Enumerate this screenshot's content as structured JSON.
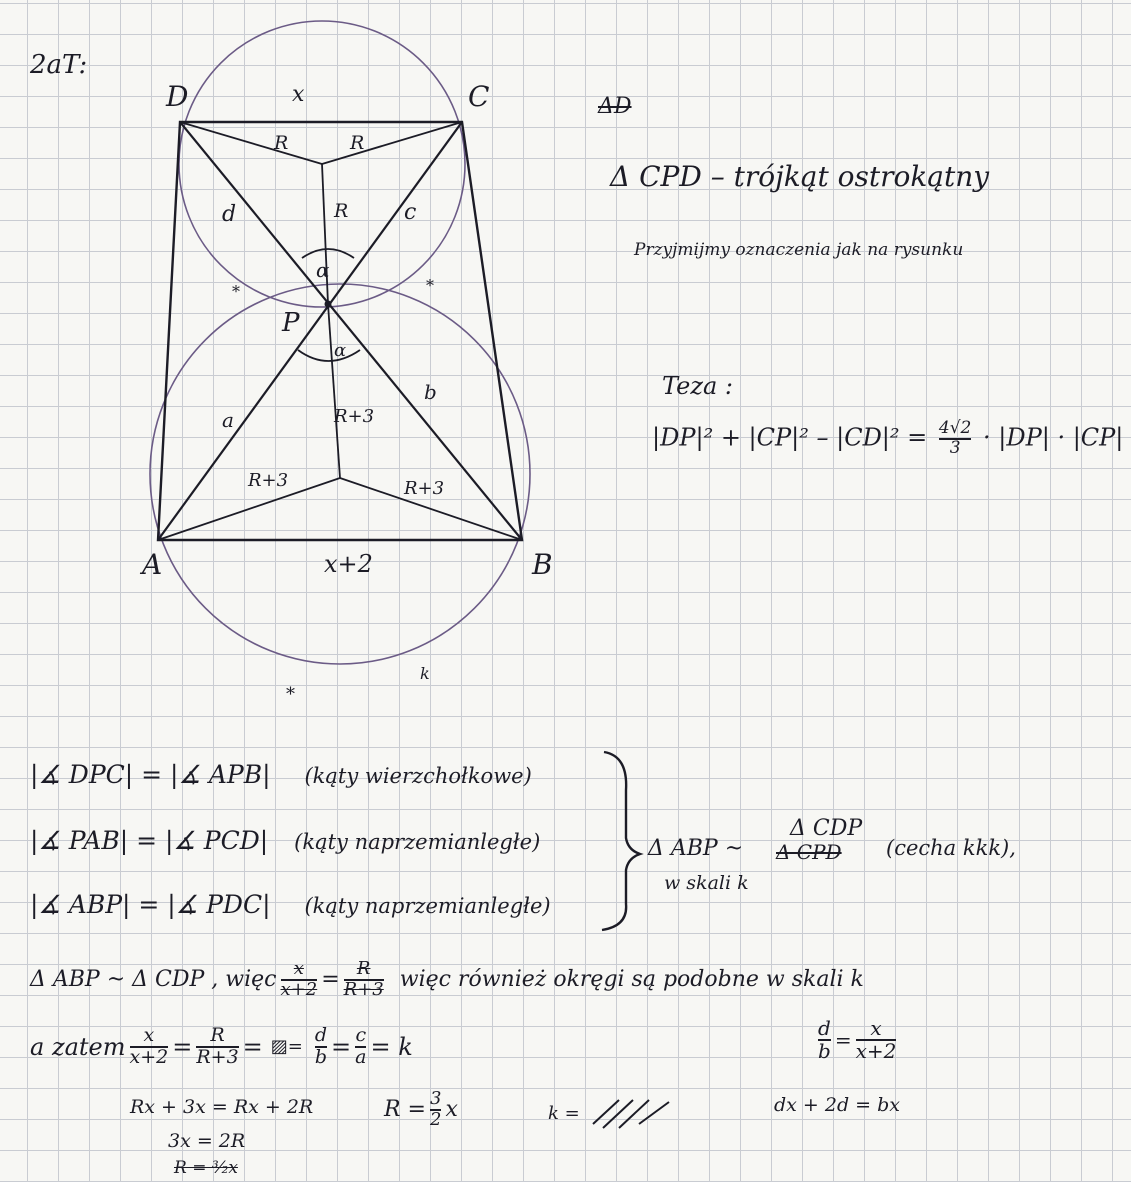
{
  "header": {
    "label": "2aT:"
  },
  "figure": {
    "points": {
      "A": "A",
      "B": "B",
      "C": "C",
      "D": "D",
      "P": "P"
    },
    "labels": {
      "top_side": "x",
      "bottom_side": "x+2",
      "radius_small_left": "R",
      "radius_small_right": "R",
      "radius_small_down": "R",
      "seg_d": "d",
      "seg_c": "c",
      "angle_top": "α",
      "angle_bottom": "α",
      "radius_big_up": "R+3",
      "radius_big_left": "R+3",
      "radius_big_right": "R+3",
      "seg_a": "a",
      "seg_b": "b",
      "arc_marks": [
        "*",
        "*",
        "*",
        "k"
      ]
    }
  },
  "right_notes": {
    "scribble": "ΔD",
    "title": "Δ CPD – trójkąt ostrokątny",
    "assumption": "Przyjmijmy oznaczenia jak na rysunku",
    "thesis_label": "Teza :",
    "thesis_lhs": "|DP|² + |CP|² – |CD|² =",
    "thesis_coef_num": "4√2",
    "thesis_coef_den": "3",
    "thesis_rhs": "· |DP| · |CP|"
  },
  "proof": {
    "lines": [
      {
        "eq": "|∡ DPC| = |∡ APB|",
        "reason": "(kąty wierzchołkowe)"
      },
      {
        "eq": "|∡ PAB| = |∡ PCD|",
        "reason": "(kąty naprzemianległe)"
      },
      {
        "eq": "|∡ ABP| = |∡ PDC|",
        "reason": "(kąty naprzemianległe)"
      }
    ],
    "conclusion_prefix": "Δ ABP ~",
    "conclusion_upper": "Δ CDP",
    "conclusion_struck": "Δ CPD",
    "conclusion_suffix": "(cecha kkk),",
    "conclusion_line2": "w skali k"
  },
  "bottom": {
    "line1_a": "Δ ABP ~ Δ CDP , więc",
    "line1_frac_a_num": "x",
    "line1_frac_a_den": "x+2",
    "line1_eq": "=",
    "line1_frac_b_num": "R",
    "line1_frac_b_den": "R+3",
    "line1_b": "więc również okręgi są podobne w skali k",
    "line2_prefix": "a zatem",
    "f1_num": "x",
    "f1_den": "x+2",
    "f2_num": "R",
    "f2_den": "R+3",
    "f3_num": "d",
    "f3_den": "b",
    "f4_num": "c",
    "f4_den": "a",
    "line2_end": "= k",
    "right_frac_num": "d",
    "right_frac_den": "b",
    "right_frac2_num": "x",
    "right_frac2_den": "x+2",
    "calc_1": "Rx + 3x = Rx + 2R",
    "calc_2": "3x = 2R",
    "calc_3": "R = ³⁄₂x",
    "calc_r": "R =",
    "calc_r_num": "3",
    "calc_r_den": "2",
    "calc_r_var": "x",
    "calc_k": "k =",
    "calc_dx": "dx + 2d = bx",
    "eq": "="
  }
}
